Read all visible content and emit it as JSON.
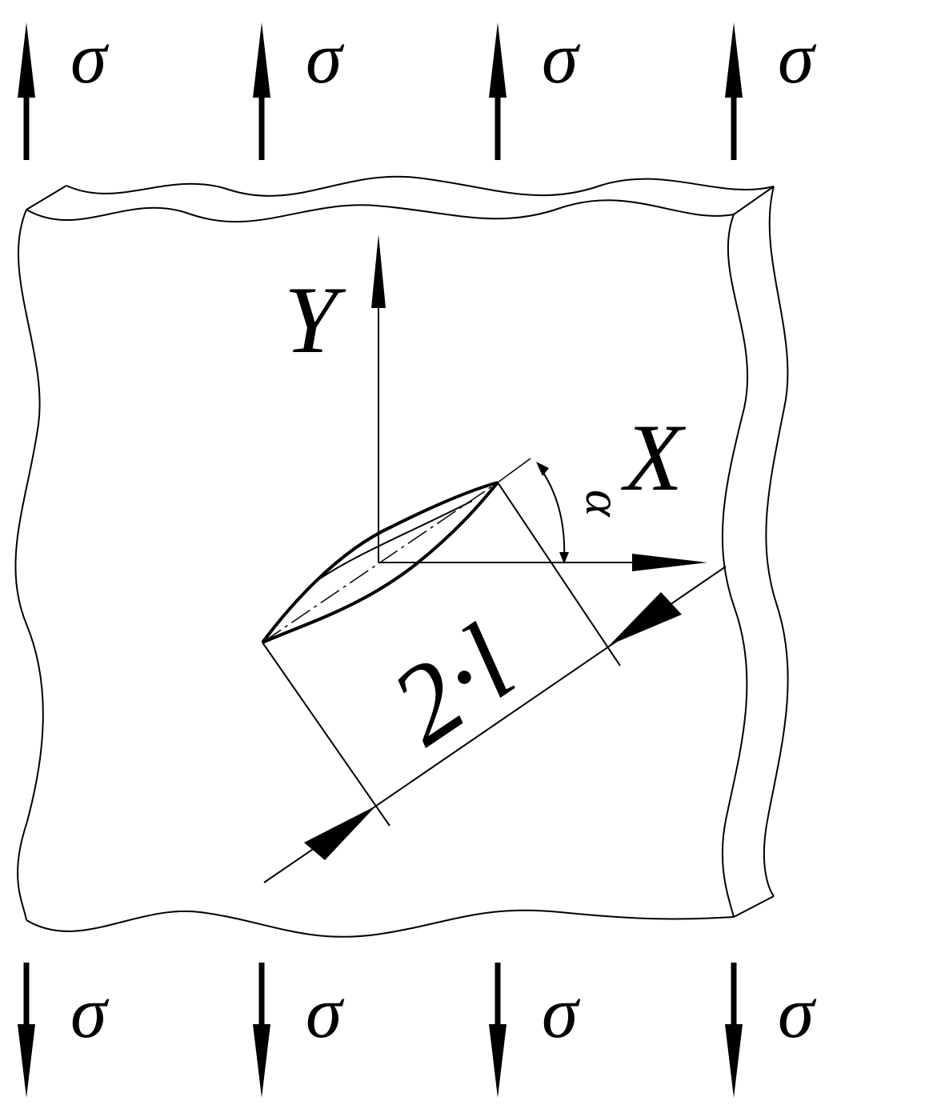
{
  "stress": {
    "symbol": "σ",
    "top_labels": [
      "σ",
      "σ",
      "σ",
      "σ"
    ],
    "bottom_labels": [
      "σ",
      "σ",
      "σ",
      "σ"
    ]
  },
  "axes": {
    "x_label": "X",
    "y_label": "Y"
  },
  "angle_label": "α",
  "crack_length_label": "2·l",
  "colors": {
    "ink": "#000000",
    "background": "#ffffff"
  }
}
